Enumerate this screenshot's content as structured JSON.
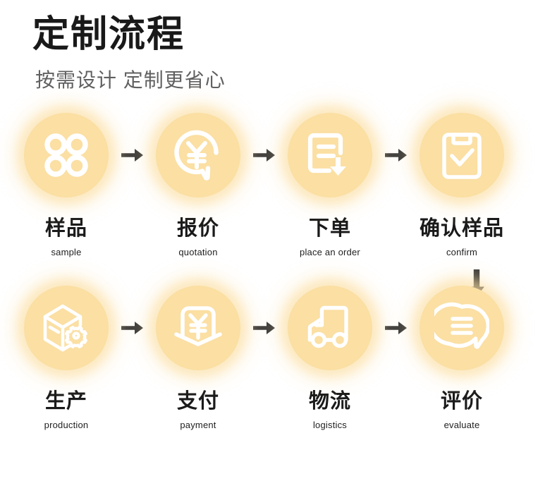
{
  "header": {
    "title": "定制流程",
    "subtitle": "按需设计 定制更省心"
  },
  "theme": {
    "background": "#ffffff",
    "bubble_color": "#fbdfa3",
    "icon_color": "#ffffff",
    "title_color": "#191919",
    "subtitle_color": "#606060",
    "arrow_color": "#3a3a3a"
  },
  "flow": {
    "rows": [
      {
        "steps": [
          {
            "icon": "four-circles-icon",
            "label_cn": "样品",
            "label_en": "sample"
          },
          {
            "icon": "yuan-speech-bubble-icon",
            "label_cn": "报价",
            "label_en": "quotation"
          },
          {
            "icon": "document-download-icon",
            "label_cn": "下单",
            "label_en": "place an order"
          },
          {
            "icon": "clipboard-check-icon",
            "label_cn": "确认样品",
            "label_en": "confirm"
          }
        ],
        "connectors": [
          "arrow-right-icon",
          "arrow-right-icon",
          "arrow-right-icon"
        ]
      },
      {
        "steps": [
          {
            "icon": "box-gear-icon",
            "label_cn": "生产",
            "label_en": "production"
          },
          {
            "icon": "yuan-wallet-icon",
            "label_cn": "支付",
            "label_en": "payment"
          },
          {
            "icon": "delivery-truck-icon",
            "label_cn": "物流",
            "label_en": "logistics"
          },
          {
            "icon": "comment-lines-icon",
            "label_cn": "评价",
            "label_en": "evaluate"
          }
        ],
        "connectors": [
          "arrow-right-icon",
          "arrow-right-icon",
          "arrow-right-icon"
        ]
      }
    ],
    "row_connector": "arrow-down-icon"
  }
}
